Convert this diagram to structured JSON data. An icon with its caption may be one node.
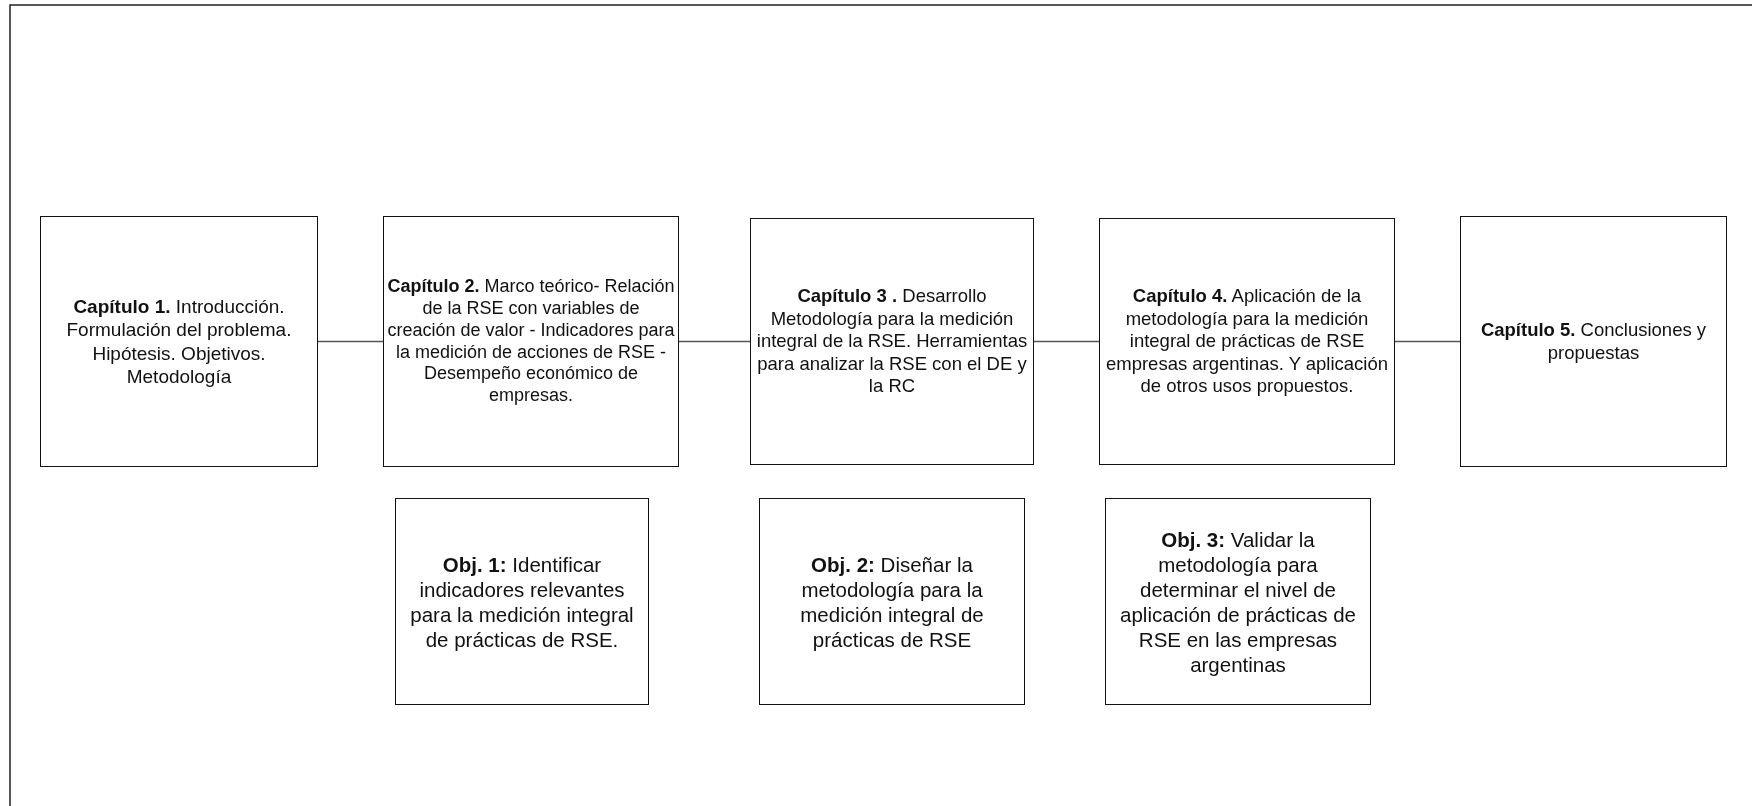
{
  "diagram": {
    "nodes": [
      {
        "text": [
          "**Capítulo 1.** Introducción. Formulación del problema. Hipótesis. Objetivos. Metodología"
        ]
      },
      {
        "text": [
          "**Capítulo 2.** Marco teórico- Relación de la RSE con variables de creación de valor - Indicadores para la medición de acciones de RSE - Desempeño económico de empresas."
        ]
      },
      {
        "text": [
          "**Capítulo 3 .** Desarrollo Metodología para la medición integral de la RSE. Herramientas para analizar la RSE con el DE y la RC"
        ]
      },
      {
        "text": [
          "**Capítulo 4.** Aplicación de la metodología para la medición integral de prácticas de RSE empresas argentinas. Y aplicación de otros usos propuestos."
        ]
      },
      {
        "text": [
          "**Capítulo 5.** Conclusiones y propuestas"
        ]
      },
      {
        "text": [
          "**Obj. 1:** Identificar indicadores relevantes para la medición integral de prácticas de RSE."
        ]
      },
      {
        "text": [
          "**Obj. 2:** Diseñar la metodología para la medición integral de prácticas de RSE"
        ]
      },
      {
        "text": [
          "**Obj. 3:** Validar la metodología para determinar el nivel de aplicación de prácticas de RSE en las empresas argentinas"
        ]
      }
    ],
    "edges": [
      {
        "from": 0,
        "to": 1,
        "arrow": "none"
      },
      {
        "from": 1,
        "to": 2,
        "arrow": "none"
      },
      {
        "from": 2,
        "to": 3,
        "arrow": "none"
      },
      {
        "from": 3,
        "to": 4,
        "arrow": "none"
      }
    ]
  }
}
